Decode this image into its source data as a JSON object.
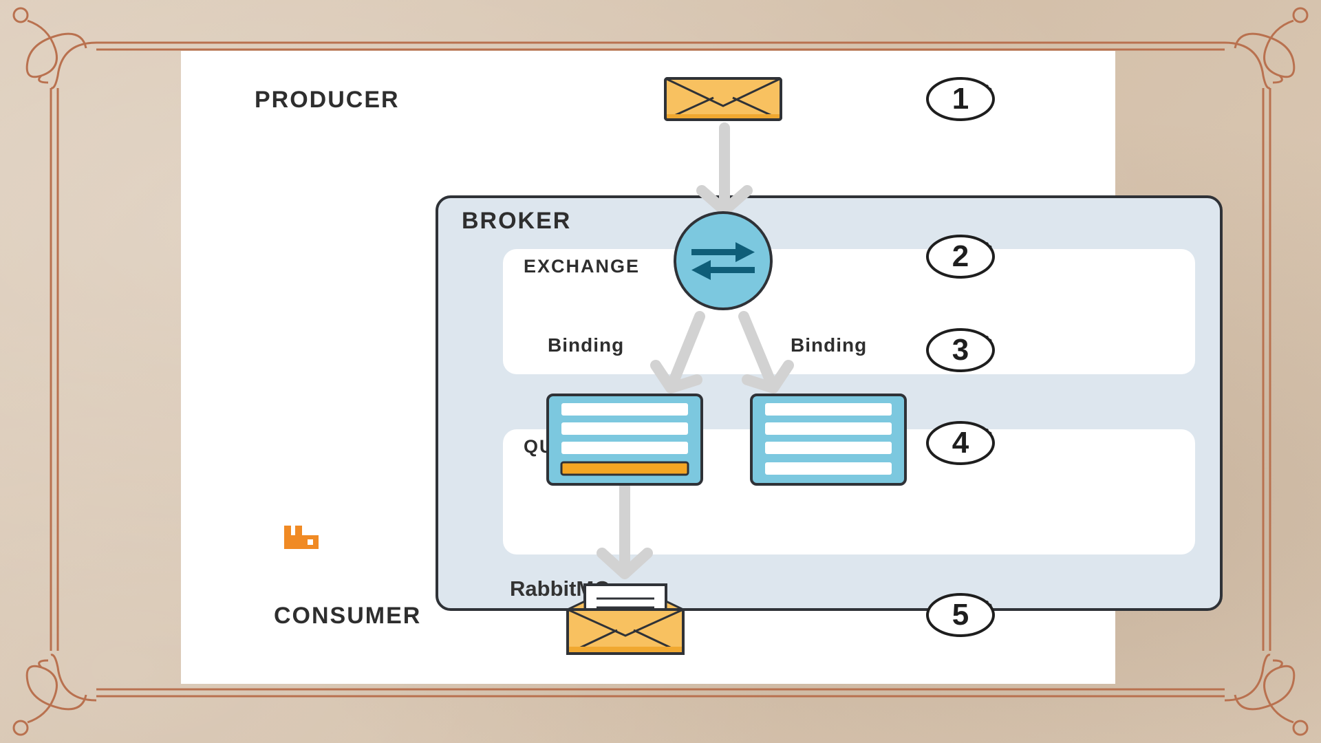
{
  "labels": {
    "producer": "PRODUCER",
    "broker": "BROKER",
    "exchange": "EXCHANGE",
    "queues": "QUEUES",
    "consumer": "CONSUMER",
    "binding_left": "Binding",
    "binding_right": "Binding"
  },
  "brand": {
    "name": "RabbitMQ"
  },
  "steps": [
    "1",
    "2",
    "3",
    "4",
    "5"
  ],
  "colors": {
    "envelope": "#f8c160",
    "envelope_dark": "#f0a830",
    "exchange_circle": "#7cc8df",
    "exchange_arrow": "#0f5e78",
    "queue_fill": "#7cc8df",
    "queue_item_highlight": "#f5a623",
    "arrow": "#d2d2d2",
    "frame": "#b9714f",
    "brand_orange": "#f08a24"
  },
  "icons": {
    "producer": "envelope-icon",
    "exchange": "exchange-arrows-icon",
    "queue": "queue-icon",
    "consumer": "open-envelope-icon",
    "brand": "rabbitmq-logo-icon"
  }
}
